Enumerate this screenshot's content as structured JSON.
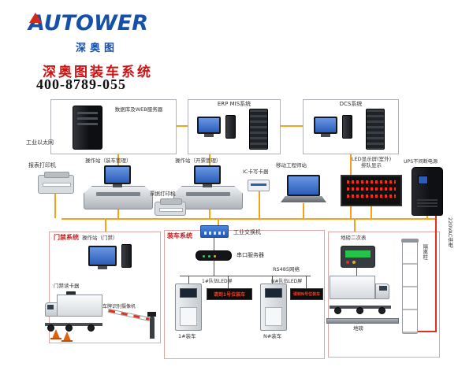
{
  "header": {
    "logo": "AUTOWER",
    "logo_sub": "深奥图",
    "title": "深奥图装车系统",
    "phone": "400-8789-055",
    "brand_blue": "#1750a8",
    "brand_red": "#cc1212"
  },
  "top": {
    "ethernet_label": "工业以太网",
    "box1_label": "数据库及WEB服务器",
    "box2_label": "ERP MIS系统",
    "box3_label": "DCS系统"
  },
  "middle": {
    "report_printer": "报表打印机",
    "station_loading": "操作站（装车管理）",
    "station_ticketing": "操作站（开票管理）",
    "ticket_printer": "票据打印机",
    "ic_writer": "IC卡写卡器",
    "mobile_station": "移动工程师站",
    "led_line1": "LED显示屏(室外)",
    "led_line2": "排队显示",
    "ups": "UPS不间断电源",
    "power": "220VAC供电"
  },
  "access": {
    "title": "门禁系统",
    "station": "操作站（门禁）",
    "reader": "门禁读卡器",
    "camera": "车牌识别摄像机"
  },
  "loading": {
    "title": "装车系统",
    "switch": "工业交换机",
    "serial_server": "串口服务器",
    "rs485": "RS485网络",
    "led1": "1#队伍LED屏",
    "ledN": "N#队伍LED屏",
    "led1_text": "请到1号位装车",
    "ledN_text": "请到N号位装车",
    "bay1": "1#装车",
    "bayN": "N#装车"
  },
  "scale": {
    "indicator": "地磅二次表",
    "platform": "地磅",
    "column": "隔离柱"
  },
  "colors": {
    "bus_line": "#f6a21d",
    "power_line": "#e03020",
    "led_red": "#ff3520"
  }
}
